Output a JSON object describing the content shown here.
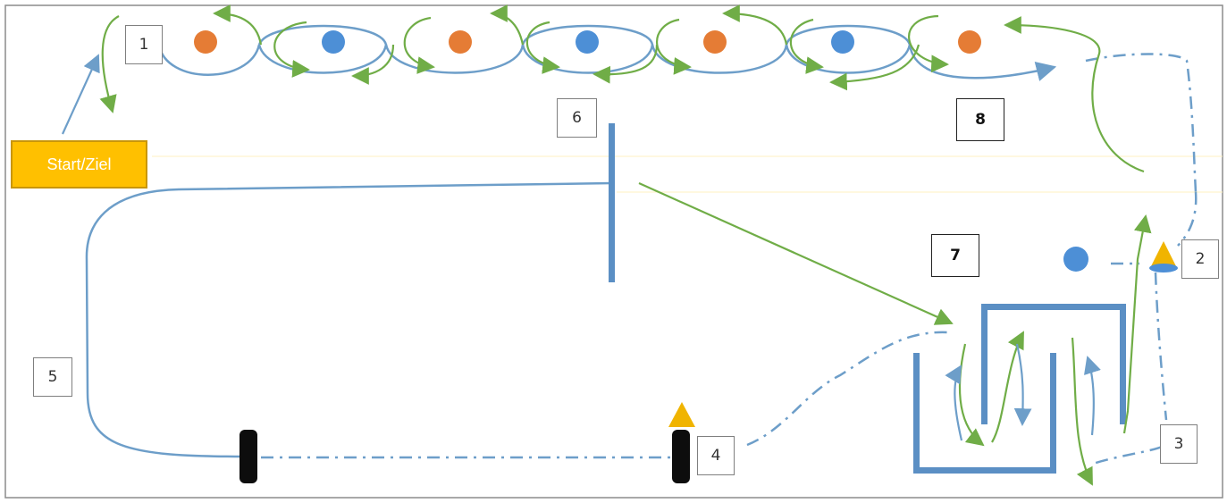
{
  "course": {
    "start_label": "Start/Ziel",
    "stations": [
      "1",
      "2",
      "3",
      "4",
      "5",
      "6",
      "7",
      "8"
    ]
  },
  "colors": {
    "course_line": "#6d9ec9",
    "obstacle_blue": "#5b8fc4",
    "ball_orange": "#e57c35",
    "ball_blue": "#4d8fd6",
    "arrow_green": "#70ad47",
    "cone_yellow": "#f0b400",
    "start_fill": "#ffc000",
    "post_black": "#0d0d0d",
    "frame": "#8c8c8c"
  },
  "icons": {
    "ball_orange": "orange-ball-icon",
    "ball_blue": "blue-ball-icon",
    "cone": "cone-icon",
    "post": "post-icon"
  }
}
